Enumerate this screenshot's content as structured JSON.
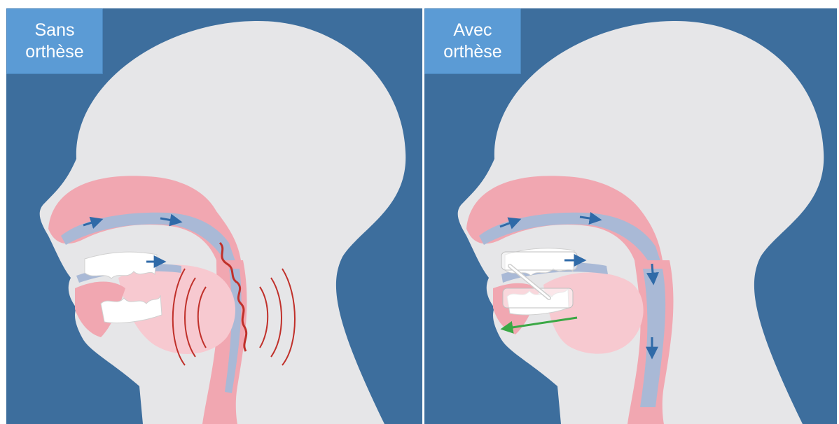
{
  "panels": [
    {
      "id": "left",
      "label_line1": "Sans",
      "label_line2": "orthèse"
    },
    {
      "id": "right",
      "label_line1": "Avec",
      "label_line2": "orthèse"
    }
  ],
  "colors": {
    "background": "#3d6e9d",
    "head": "#e6e6e8",
    "tissue": "#f1a7b1",
    "tissue_light": "#f7c9d0",
    "airway": "#a9b9d6",
    "flow_arrow": "#2f6aa8",
    "vibration": "#c0302a",
    "advance_arrow": "#3aa845",
    "label_box": "#5b9bd5"
  },
  "icons": [
    "airflow-arrow-icon",
    "snore-vibration-icon",
    "mandible-advance-arrow-icon",
    "oral-appliance-icon"
  ]
}
